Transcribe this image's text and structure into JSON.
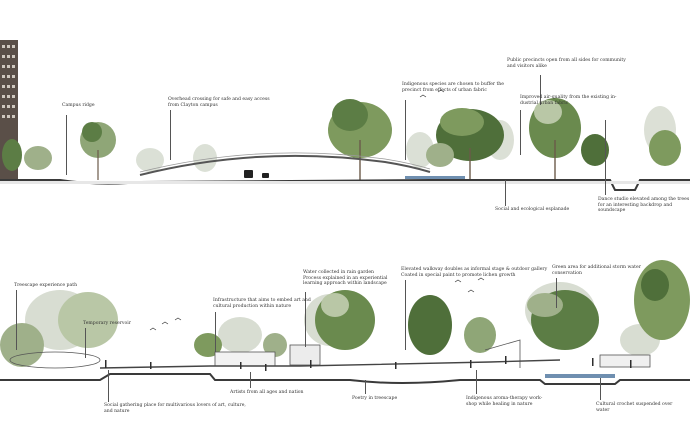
{
  "colors": {
    "ground": "#3a3a3a",
    "tree_dark": "#4f6f3a",
    "tree_mid": "#7e9a5e",
    "tree_light": "#b9c7a6",
    "tree_pale": "#d8ddd2",
    "water": "#6f8fb0",
    "building": "#5a4f48"
  },
  "top_section": {
    "labels": {
      "campus_ridge": "Campus ridge",
      "overhead_crossing": "Overhead crossing for safe and easy access\nfrom Clayton campus",
      "indigenous_species": "Indigenous species are chosen to buffer the\nprecinct from effects of urban fabric",
      "public_precincts": "Public precincts open from all sides for community\nand visitors alike",
      "air_quality": "Improved air-quality from the existing in-\ndustrial urban fabric",
      "social_esplanade": "Social and ecological esplanade",
      "dance_studio": "Dance studio elevated among the trees\nfor an interesting backdrop and\nsoundscape"
    }
  },
  "bottom_section": {
    "labels": {
      "treescape_path": "Treescape experience path",
      "temporary_reservoir": "Temporary reservoir",
      "infrastructure": "Infrastructure that aims to embed art and\ncultural production within nature",
      "water_rain_garden": "Water collected in rain garden\nProcess explained in an experiential\nlearning approach within landscape",
      "elevated_walkway": "Elevated walkway doubles as informal stage & outdoor gallery\nCoated in special paint to promote lichen growth",
      "green_area": "Green area for additional storm water\nconservation",
      "social_gathering": "Social gathering place for multivarious lovers of art, culture,\nand nature",
      "artists": "Artists from all ages and nation",
      "poetry": "Poetry in treescape",
      "aroma_therapy": "Indigenous aroma-therapy work-\nshop while healing in nature",
      "cultural_crochet": "Cultural crochet suspended over\nwater"
    }
  }
}
